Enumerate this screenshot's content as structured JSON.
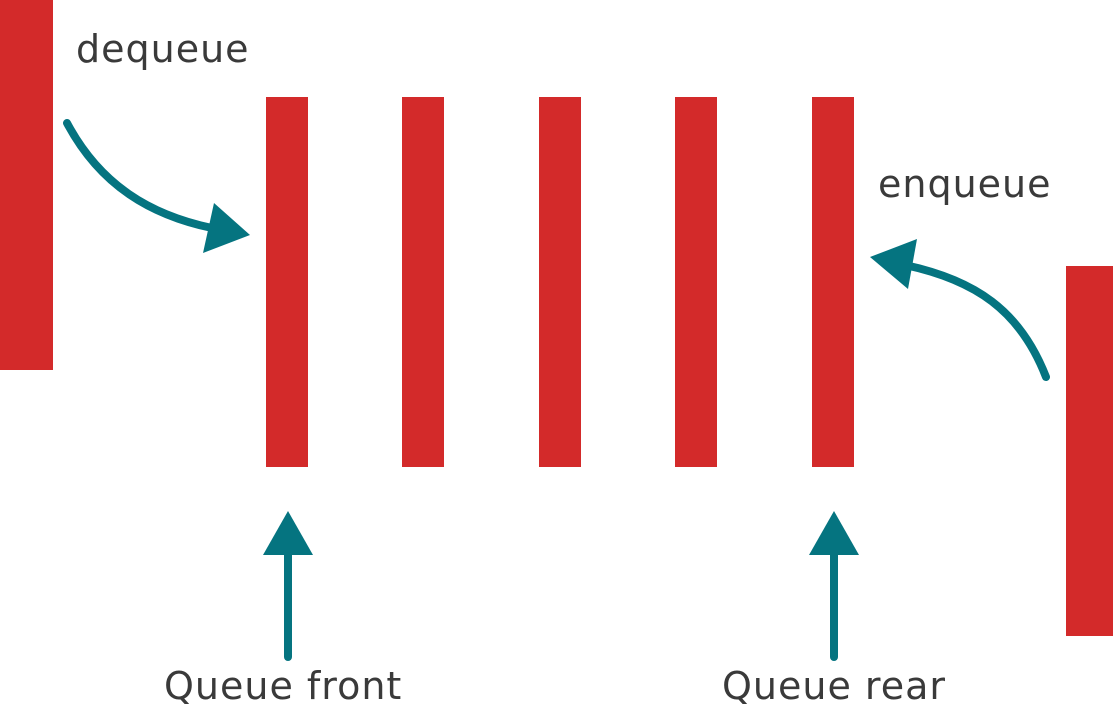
{
  "labels": {
    "dequeue": "dequeue",
    "enqueue": "enqueue",
    "queue_front": "Queue front",
    "queue_rear": "Queue rear"
  },
  "colors": {
    "element": "#d32a2a",
    "arrow": "#057480",
    "text": "#3a3a3a",
    "background": "#ffffff"
  }
}
